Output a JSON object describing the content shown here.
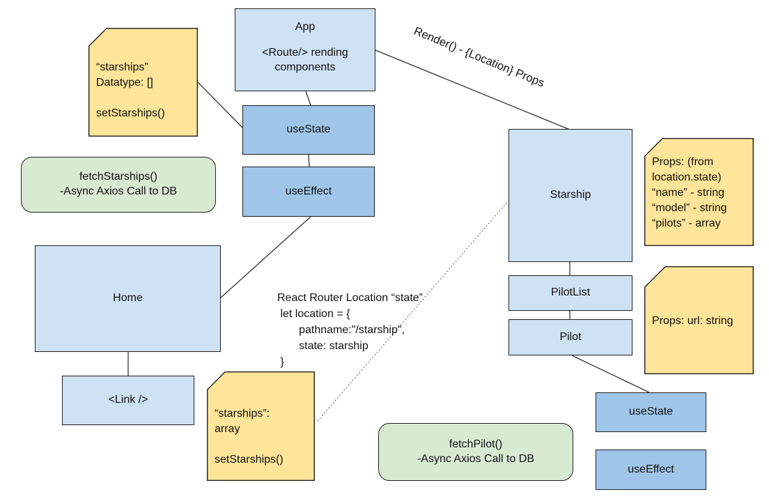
{
  "palette": {
    "box_light_blue": "#cfe2f3",
    "box_medium_blue": "#9fc5e8",
    "note_yellow": "#ffe599",
    "callout_green": "#d9ead3",
    "line_color": "#333333",
    "border_color": "#1f1f1f"
  },
  "nodes": {
    "app": {
      "title": "App",
      "body": "<Route/> rending\ncomponents"
    },
    "use_state_app": {
      "label": "useState"
    },
    "use_effect_app": {
      "label": "useEffect"
    },
    "fetch_starships": {
      "label": "fetchStarships()\n-Async Axios Call to DB"
    },
    "home": {
      "label": "Home"
    },
    "link": {
      "label": "<Link />"
    },
    "starship": {
      "label": "Starship"
    },
    "pilot_list": {
      "label": "PilotList"
    },
    "pilot": {
      "label": "Pilot"
    },
    "fetch_pilot": {
      "label": "fetchPilot()\n-Async Axios Call to DB"
    },
    "use_state_starship": {
      "label": "useState"
    },
    "use_effect_starship": {
      "label": "useEffect"
    }
  },
  "notes": {
    "starships_state": {
      "text": "“starships”\nDatatype: []\n\nsetStarships()"
    },
    "starships_array": {
      "text": "“starships”:\narray\n\nsetStarships()"
    },
    "starship_props": {
      "text": "Props: (from\nlocation.state)\n“name” - string\n“model” - string\n“pilots” - array"
    },
    "pilot_props": {
      "text": "Props: url: string"
    }
  },
  "annotations": {
    "render_props_label": "Render() - {Location} Props",
    "router_state_code": "React Router Location “state”\n let location = {\n       pathname:\"/starship\",\n       state: starship\n }"
  }
}
